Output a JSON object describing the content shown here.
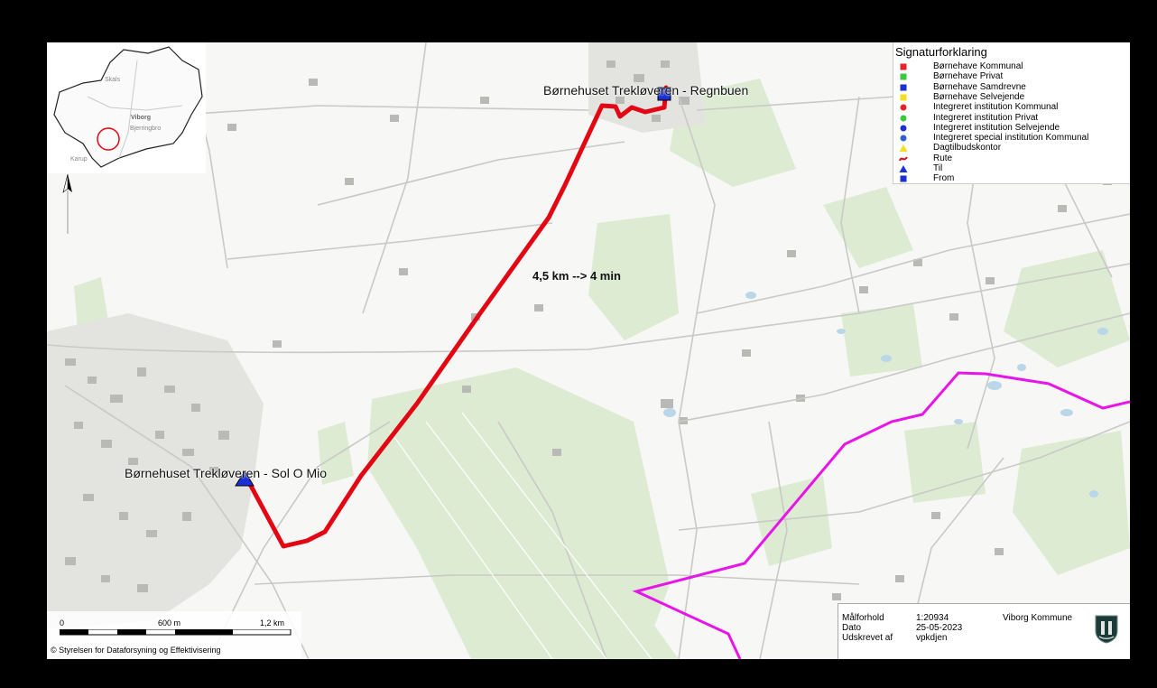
{
  "map": {
    "from_label": "Børnehuset Trekløveren - Regnbuen",
    "to_label": "Børnehuset Trekløveren - Sol O Mio",
    "route_label": "4,5 km --> 4 min",
    "route_color": "#e30613",
    "boundary_color": "#e815e8",
    "marker_color": "#1a2fd6"
  },
  "overview": {
    "places": [
      "Skals",
      "Viborg",
      "Bjerringbro",
      "Karup"
    ]
  },
  "legend": {
    "title": "Signaturforklaring",
    "items": [
      {
        "label": "Børnehave Kommunal",
        "symbol": "square",
        "color": "#e8202a"
      },
      {
        "label": "Børnehave Privat",
        "symbol": "square",
        "color": "#3cc83c"
      },
      {
        "label": "Børnehave Samdrevne",
        "symbol": "square",
        "color": "#1a2fd6"
      },
      {
        "label": "Børnehave Selvejende",
        "symbol": "square",
        "color": "#f0e020"
      },
      {
        "label": "Integreret institution Kommunal",
        "symbol": "circle",
        "color": "#e8202a"
      },
      {
        "label": "Integreret institution Privat",
        "symbol": "circle",
        "color": "#3cc83c"
      },
      {
        "label": "Integreret institution Selvejende",
        "symbol": "circle",
        "color": "#1a2fd6"
      },
      {
        "label": "Integreret special institution Kommunal",
        "symbol": "circle",
        "color": "#3060d0"
      },
      {
        "label": "Dagtilbudskontor",
        "symbol": "triangle",
        "color": "#f0e020"
      },
      {
        "label": "Rute",
        "symbol": "route",
        "color": "#e30613"
      },
      {
        "label": "Til",
        "symbol": "triangle",
        "color": "#1a2fd6"
      },
      {
        "label": "From",
        "symbol": "square",
        "color": "#1a2fd6"
      }
    ]
  },
  "scale": {
    "ticks": [
      "0",
      "600 m",
      "1,2 km"
    ],
    "copyright": "© Styrelsen for Dataforsyning og Effektivisering"
  },
  "info": {
    "rows": [
      {
        "key": "Målforhold",
        "value": "1:20934"
      },
      {
        "key": "Dato",
        "value": "25-05-2023"
      },
      {
        "key": "Udskrevet af",
        "value": "vpkdjen"
      }
    ],
    "org": "Viborg Kommune"
  }
}
